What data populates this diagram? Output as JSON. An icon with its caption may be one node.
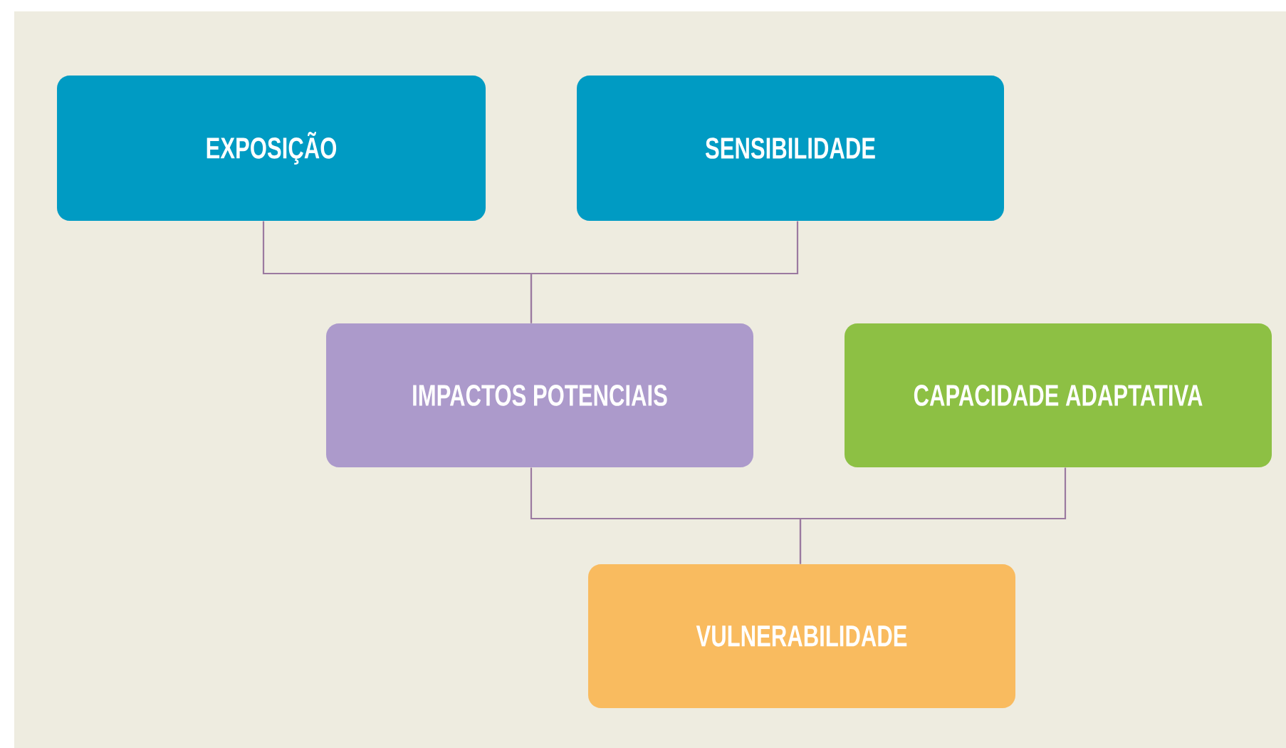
{
  "diagram": {
    "nodes": [
      {
        "text": [
          "EXPOSIÇÃO"
        ]
      },
      {
        "text": [
          "SENSIBILIDADE"
        ]
      },
      {
        "text": [
          "IMPACTOS POTENCIAIS"
        ]
      },
      {
        "text": [
          "CAPACIDADE ADAPTATIVA"
        ]
      },
      {
        "text": [
          "VULNERABILIDADE"
        ]
      }
    ],
    "edges": [
      {
        "from": 0,
        "to": 2,
        "arrow": "none"
      },
      {
        "from": 1,
        "to": 2,
        "arrow": "none"
      },
      {
        "from": 2,
        "to": 4,
        "arrow": "none"
      },
      {
        "from": 3,
        "to": 4,
        "arrow": "none"
      }
    ]
  }
}
